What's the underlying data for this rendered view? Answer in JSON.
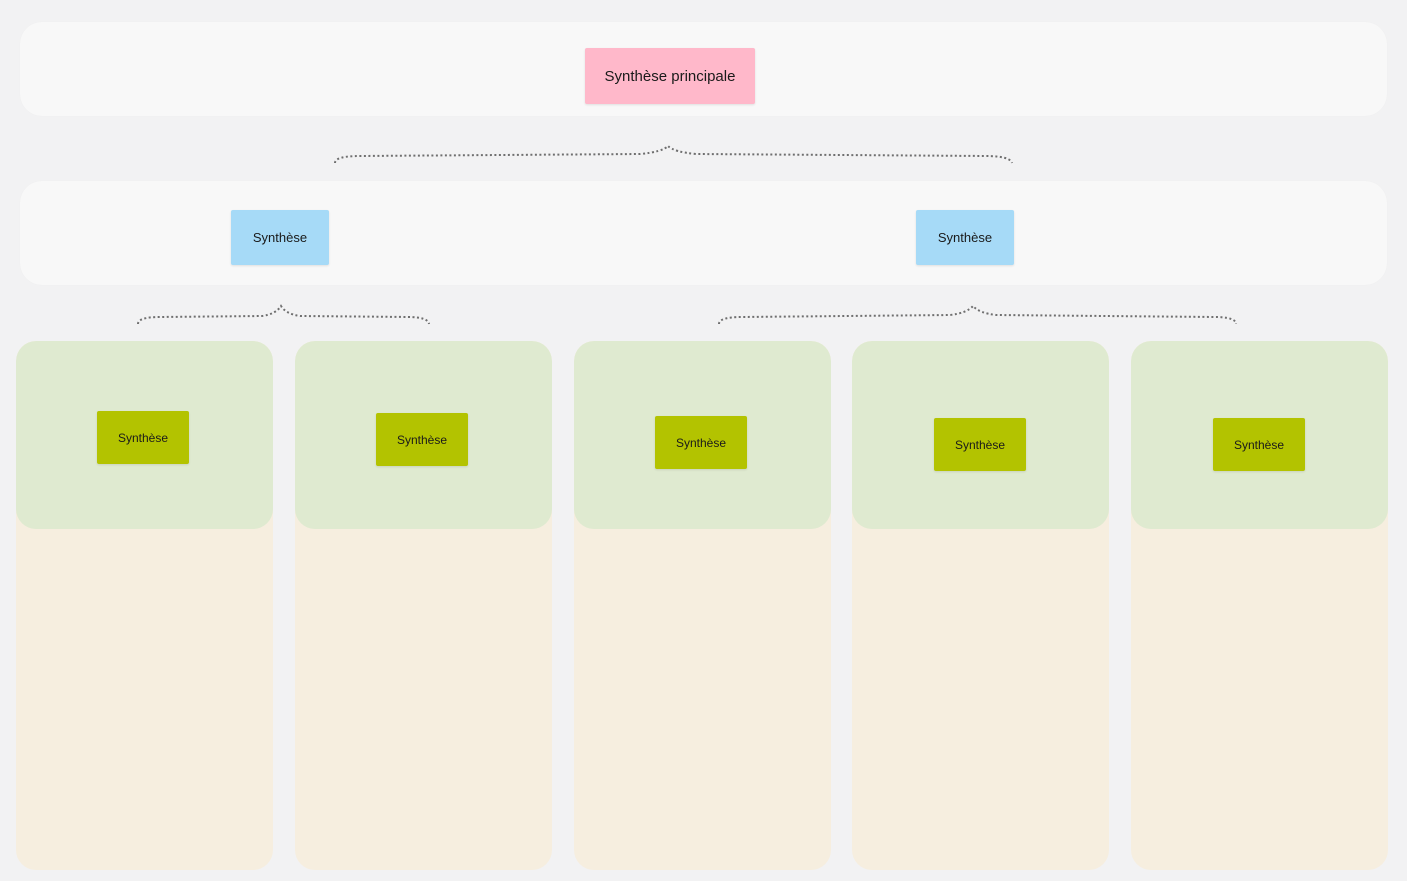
{
  "colors": {
    "canvas": "#f2f2f3",
    "band": "#f8f8f8",
    "main_note": "#ffb8ca",
    "secondary_note": "#a6daf7",
    "leaf_note": "#b3c300",
    "column_head": "#dfead0",
    "column_body": "#f6eedf",
    "connector": "#6f6f6f"
  },
  "main": {
    "label": "Synthèse principale"
  },
  "secondary": [
    {
      "label": "Synthèse"
    },
    {
      "label": "Synthèse"
    }
  ],
  "columns": [
    {
      "label": "Synthèse"
    },
    {
      "label": "Synthèse"
    },
    {
      "label": "Synthèse"
    },
    {
      "label": "Synthèse"
    },
    {
      "label": "Synthèse"
    }
  ]
}
